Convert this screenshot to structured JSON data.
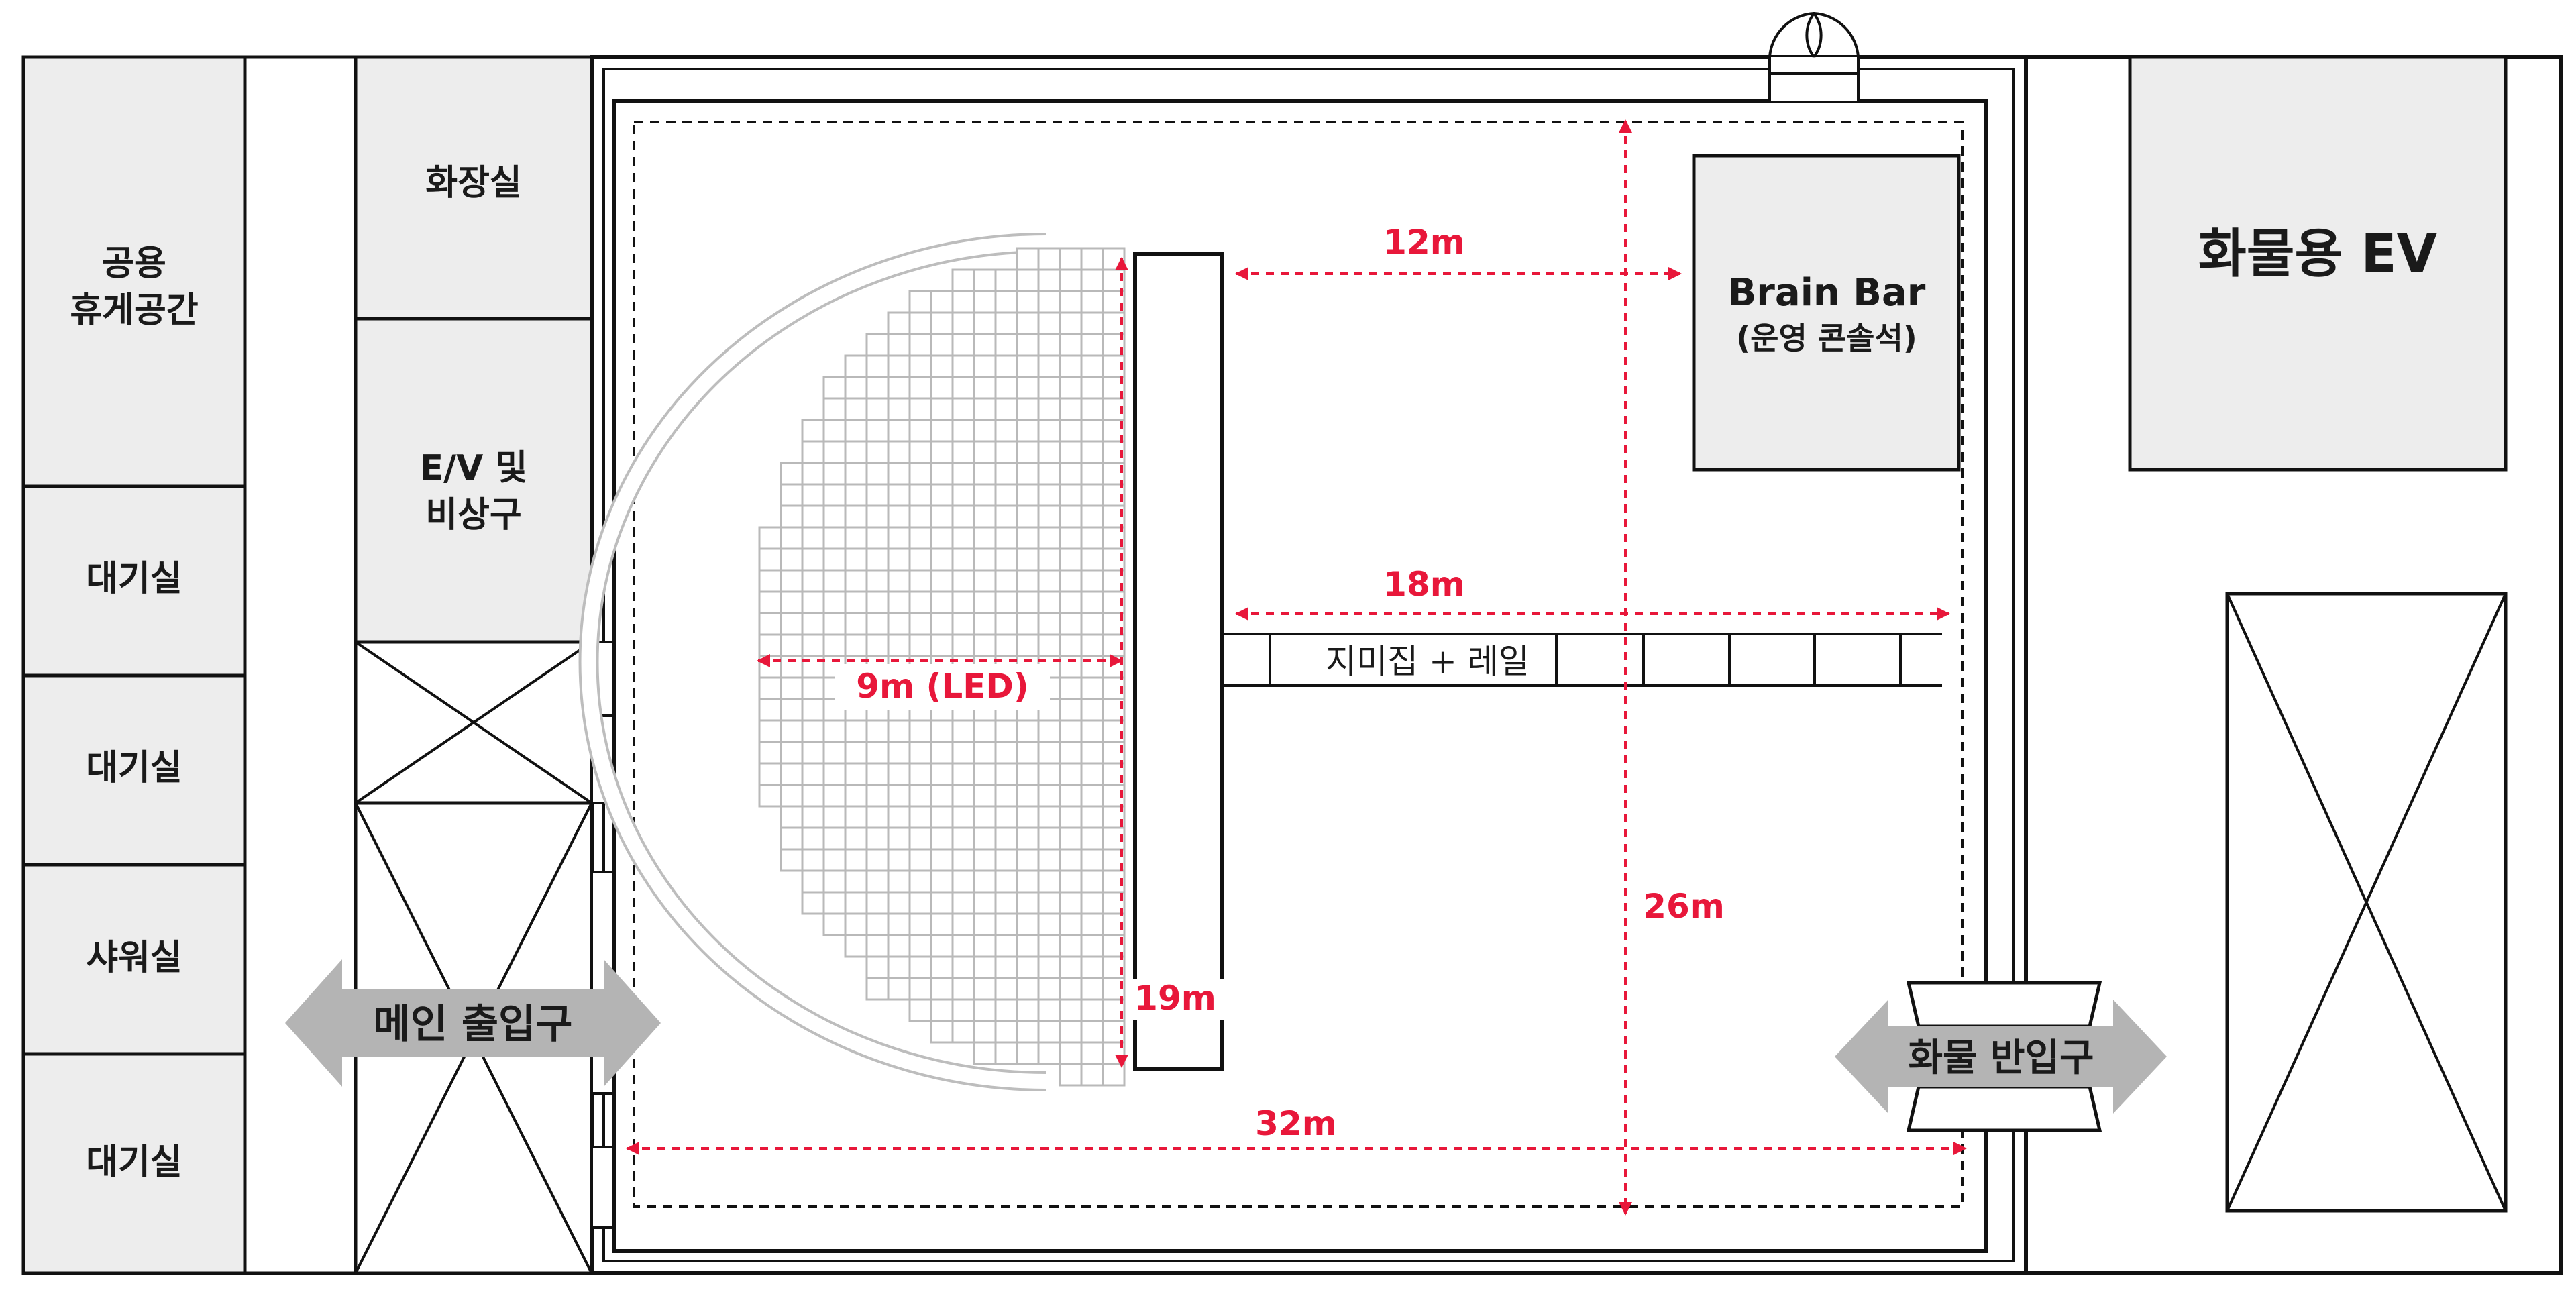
{
  "rooms": {
    "lounge": [
      "공용",
      "휴게공간"
    ],
    "waiting_1": "대기실",
    "waiting_2": "대기실",
    "shower": "샤워실",
    "waiting_3": "대기실",
    "restroom": "화장실",
    "ev_emergency": [
      "E/V 및",
      "비상구"
    ],
    "freight_ev": "화물용 EV",
    "brain_bar": "Brain Bar",
    "brain_bar_sub": "(운영 콘솔석)",
    "jib": "지미집 + 레일"
  },
  "entrances": {
    "main": "메인 출입구",
    "freight": "화물 반입구"
  },
  "dimensions": {
    "led_width": "9m (LED)",
    "led_height": "19m",
    "to_brain_bar": "12m",
    "rail_length": "18m",
    "hall_depth": "26m",
    "hall_width": "32m"
  },
  "colors": {
    "dimension": "#e8173a",
    "room_fill": "#ededed",
    "arrow_fill": "#b4b4b4",
    "grid": "#b9b9b9"
  }
}
